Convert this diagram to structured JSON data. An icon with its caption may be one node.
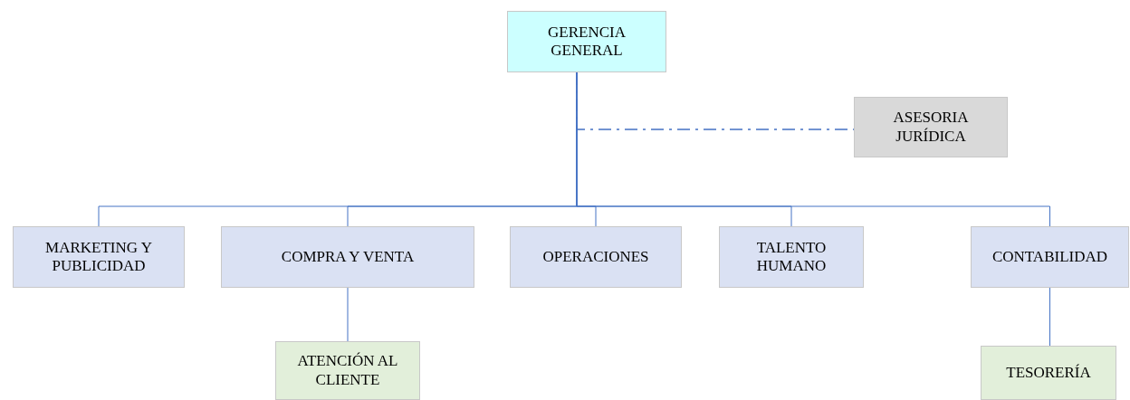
{
  "diagram": {
    "nodes": [
      {
        "text": [
          "GERENCIA GENERAL"
        ]
      },
      {
        "text": [
          "ASESORIA JURÍDICA"
        ]
      },
      {
        "text": [
          "MARKETING Y PUBLICIDAD"
        ]
      },
      {
        "text": [
          "COMPRA Y VENTA"
        ]
      },
      {
        "text": [
          "OPERACIONES"
        ]
      },
      {
        "text": [
          "TALENTO HUMANO"
        ]
      },
      {
        "text": [
          "CONTABILIDAD"
        ]
      },
      {
        "text": [
          "ATENCIÓN AL CLIENTE"
        ]
      },
      {
        "text": [
          "TESORERÍA"
        ]
      }
    ],
    "edges": [
      {
        "from": 0,
        "to": 1,
        "arrow": "none",
        "style": "dashed"
      },
      {
        "from": 0,
        "to": 2,
        "arrow": "none"
      },
      {
        "from": 0,
        "to": 3,
        "arrow": "none"
      },
      {
        "from": 0,
        "to": 4,
        "arrow": "none"
      },
      {
        "from": 0,
        "to": 5,
        "arrow": "none"
      },
      {
        "from": 0,
        "to": 6,
        "arrow": "none"
      },
      {
        "from": 3,
        "to": 7,
        "arrow": "none"
      },
      {
        "from": 6,
        "to": 8,
        "arrow": "none"
      }
    ]
  }
}
